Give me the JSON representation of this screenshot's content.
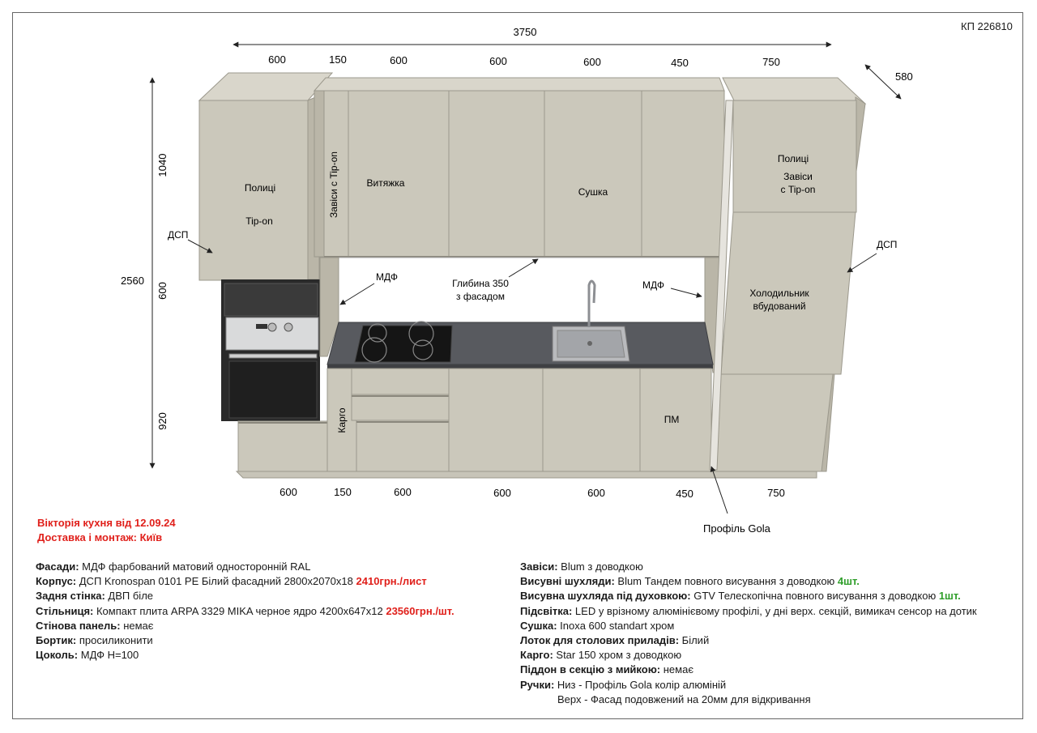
{
  "doc": {
    "code": "КП 226810",
    "title_line1": "Вікторія кухня від 12.09.24",
    "title_line2": "Доставка і монтаж: Київ"
  },
  "dims": {
    "overall_width": "3750",
    "depth": "580",
    "overall_height": "2560",
    "h_top": "1040",
    "h_mid": "600",
    "h_bottom": "920",
    "top_widths": [
      "600",
      "150",
      "600",
      "600",
      "600",
      "450",
      "750"
    ],
    "bottom_widths": [
      "600",
      "150",
      "600",
      "600",
      "600",
      "450",
      "750"
    ]
  },
  "labels": {
    "shelves_left": "Полиці",
    "tipon_left": "Tip-on",
    "hinges_tipon_vertical": "Завіси с Tip-on",
    "hood": "Витяжка",
    "dryer": "Сушка",
    "shelves_right": "Полиці",
    "hinges_right_1": "Завіси",
    "hinges_right_2": "с Tip-on",
    "dsp_left": "ДСП",
    "dsp_right": "ДСП",
    "mdf_left": "МДФ",
    "mdf_right": "МДФ",
    "depth_note_1": "Глибина 350",
    "depth_note_2": "з фасадом",
    "fridge_1": "Холодильник",
    "fridge_2": "вбудований",
    "cargo": "Карго",
    "dishwasher": "ПМ",
    "gola_profile": "Профіль Gola"
  },
  "specs_left": [
    {
      "label": "Фасади:",
      "value": " МДФ фарбований матовий односторонній RAL",
      "price": ""
    },
    {
      "label": "Корпус:",
      "value": " ДСП Kronospan 0101 PE Білий фасадний 2800х2070х18 ",
      "price": "2410грн./лист"
    },
    {
      "label": "Задня стінка:",
      "value": " ДВП біле",
      "price": ""
    },
    {
      "label": "Стільниця:",
      "value": " Компакт плита ARPA 3329 MIKA черное ядро 4200х647х12 ",
      "price": "23560грн./шт."
    },
    {
      "label": "Стінова панель:",
      "value": " немає",
      "price": ""
    },
    {
      "label": "Бортик:",
      "value": " просиликонити",
      "price": ""
    },
    {
      "label": "Цоколь:",
      "value": " МДФ Н=100",
      "price": ""
    }
  ],
  "specs_right": [
    {
      "label": "Завіси:",
      "value": " Blum з доводкою",
      "qty": ""
    },
    {
      "label": "Висувні шухляди:",
      "value": " Blum Тандем повного висування з доводкою ",
      "qty": "4шт."
    },
    {
      "label": "Висувна шухляда під духовкою:",
      "value": " GTV Телескопічна повного висування з доводкою ",
      "qty": "1шт."
    },
    {
      "label": "Підсвітка:",
      "value": " LED у врізному алюмінієвому профілі, у дні верх. секцій, вимикач сенсор на дотик",
      "qty": ""
    },
    {
      "label": "Сушка:",
      "value": " Inoxa 600 standart хром",
      "qty": ""
    },
    {
      "label": "Лоток для столових приладів:",
      "value": " Білий",
      "qty": ""
    },
    {
      "label": "Карго:",
      "value": " Star 150 хром з доводкою",
      "qty": ""
    },
    {
      "label": "Піддон в секцію з мийкою:",
      "value": " немає",
      "qty": ""
    },
    {
      "label": "Ручки:",
      "value": " Низ - Профіль Gola колір алюміній",
      "qty": ""
    }
  ],
  "handles_line2": "Верх - Фасад подовжений на 20мм для відкривання",
  "colors": {
    "facade": "#cbc8bb",
    "facade_dark": "#bab6a8",
    "top": "#d9d6cb",
    "countertop": "#585a5f",
    "accent_red": "#e0201b",
    "accent_green": "#2f9e2a"
  }
}
